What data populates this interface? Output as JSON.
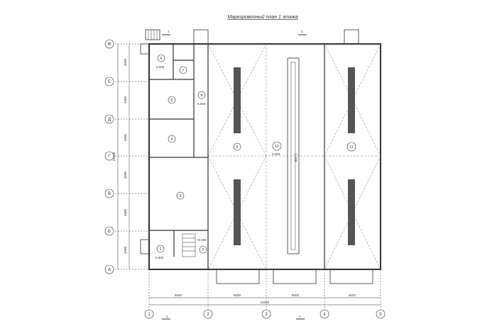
{
  "drawing": {
    "title": "Маркировочный план 1 этажа",
    "section_marks": {
      "a": "1",
      "b": "2"
    },
    "axes_horizontal": [
      "Ж",
      "Е",
      "Д",
      "Г",
      "В",
      "Б",
      "А"
    ],
    "axes_vertical": [
      "1",
      "2",
      "3",
      "4",
      "5"
    ],
    "dims_vertical": [
      "4000",
      "4000",
      "4000",
      "4000",
      "4000",
      "4000"
    ],
    "dim_vertical_total": "24000",
    "dims_horizontal": [
      "6000",
      "6000",
      "6000",
      "6000"
    ],
    "dim_horizontal_total": "24000",
    "rooms": [
      {
        "num": "1",
        "level": "0.000"
      },
      {
        "num": "2",
        "level": "+0.860"
      },
      {
        "num": "3",
        "level": ""
      },
      {
        "num": "4",
        "level": ""
      },
      {
        "num": "5",
        "level": ""
      },
      {
        "num": "6",
        "level": "0.000"
      },
      {
        "num": "7",
        "level": ""
      },
      {
        "num": "8",
        "level": "0.000"
      },
      {
        "num": "9",
        "level": ""
      },
      {
        "num": "10",
        "level": "0.000"
      },
      {
        "num": "11",
        "level": ""
      }
    ],
    "pit_level": "-1.400",
    "colors": {
      "line": "#333333",
      "hatch": "#555555",
      "dash": "#777777"
    }
  }
}
